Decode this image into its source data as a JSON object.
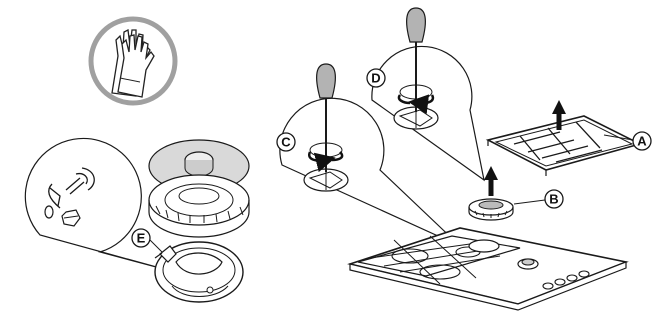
{
  "callouts": {
    "a": "A",
    "b": "B",
    "c": "C",
    "d": "D",
    "e": "E"
  },
  "colors": {
    "line": "#1a1a1a",
    "badge_ring": "#a0a0a0",
    "screwdriver_handle": "#b3b3b3",
    "burner_cap_fill": "#d9d9d9",
    "arrow": "#111111"
  },
  "icons": {
    "gloves": "protective-gloves-icon",
    "arrow_up": "arrow-up-icon",
    "rotate": "rotate-arrow-icon"
  }
}
